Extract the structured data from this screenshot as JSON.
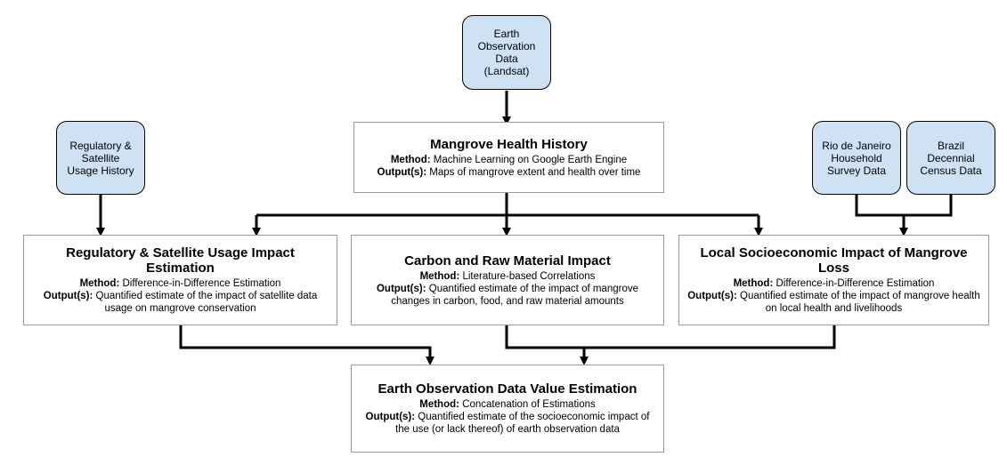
{
  "sources": {
    "earth_observation": [
      "Earth",
      "Observation",
      "Data",
      "(Landsat)"
    ],
    "regulatory": [
      "Regulatory &",
      "Satellite",
      "Usage History"
    ],
    "rio_survey": [
      "Rio de Janeiro",
      "Household",
      "Survey Data"
    ],
    "brazil_census": [
      "Brazil",
      "Decennial",
      "Census Data"
    ]
  },
  "boxes": {
    "mangrove_health": {
      "title": "Mangrove Health History",
      "method_label": "Method:",
      "method": "Machine Learning on Google Earth Engine",
      "output_label": "Output(s):",
      "output": "Maps of mangrove extent and health over time"
    },
    "regulatory_impact": {
      "title": "Regulatory & Satellite Usage Impact Estimation",
      "method_label": "Method:",
      "method": "Difference-in-Difference Estimation",
      "output_label": "Output(s):",
      "output": "Quantified estimate of the impact of satellite data usage on mangrove conservation"
    },
    "carbon_impact": {
      "title": "Carbon and Raw Material Impact",
      "method_label": "Method:",
      "method": "Literature-based Correlations",
      "output_label": "Output(s):",
      "output": "Quantified estimate of the impact of mangrove changes in carbon, food, and raw material amounts"
    },
    "socioeconomic_impact": {
      "title": "Local Socioeconomic Impact of Mangrove Loss",
      "method_label": "Method:",
      "method": "Difference-in-Difference Estimation",
      "output_label": "Output(s):",
      "output": "Quantified estimate of the impact of mangrove health on local health and livelihoods"
    },
    "eo_value": {
      "title": "Earth Observation Data Value Estimation",
      "method_label": "Method:",
      "method": "Concatenation of Estimations",
      "output_label": "Output(s):",
      "output": "Quantified estimate of the socioeconomic impact of the use (or lack thereof) of earth observation data"
    }
  }
}
